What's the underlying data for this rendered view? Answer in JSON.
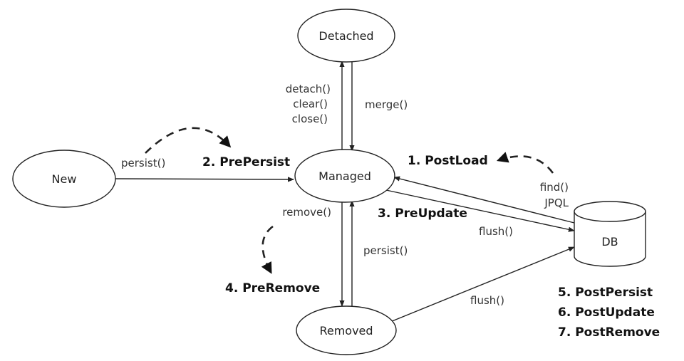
{
  "nodes": {
    "detached": "Detached",
    "managed": "Managed",
    "new": "New",
    "removed": "Removed",
    "db": "DB"
  },
  "edges": {
    "detach": "detach()",
    "clear": "clear()",
    "close": "close()",
    "merge": "merge()",
    "persist_new": "persist()",
    "find": "find()",
    "jpql": "JPQL",
    "flush_managed": "flush()",
    "remove": "remove()",
    "persist_removed": "persist()",
    "flush_removed": "flush()"
  },
  "callbacks": {
    "post_load": "1. PostLoad",
    "pre_persist": "2. PrePersist",
    "pre_update": "3. PreUpdate",
    "pre_remove": "4. PreRemove",
    "post_persist": "5. PostPersist",
    "post_update": "6. PostUpdate",
    "post_remove": "7. PostRemove"
  }
}
